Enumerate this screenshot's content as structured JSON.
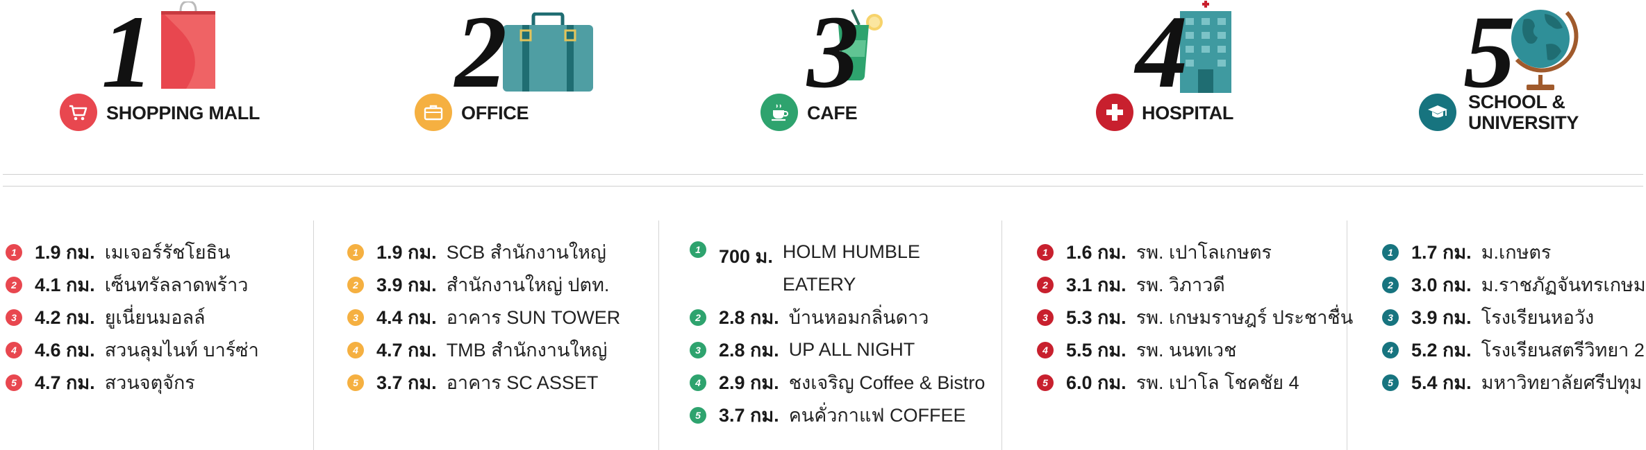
{
  "categories": [
    {
      "number": "1",
      "label": "SHOPPING MALL",
      "color": "#e8474f",
      "icon": "cart-icon"
    },
    {
      "number": "2",
      "label": "OFFICE",
      "color": "#f5b041",
      "icon": "briefcase-icon"
    },
    {
      "number": "3",
      "label": "CAFE",
      "color": "#2ea36e",
      "icon": "coffee-cup-icon"
    },
    {
      "number": "4",
      "label": "HOSPITAL",
      "color": "#c8202e",
      "icon": "medical-cross-icon"
    },
    {
      "number": "5",
      "label_line1": "SCHOOL &",
      "label_line2": "UNIVERSITY",
      "color": "#17747f",
      "icon": "graduation-cap-icon"
    }
  ],
  "lists": [
    {
      "color": "#e8474f",
      "items": [
        {
          "n": "1",
          "dist": "1.9 กม.",
          "place": "เมเจอร์รัชโยธิน"
        },
        {
          "n": "2",
          "dist": "4.1 กม.",
          "place": "เซ็นทรัลลาดพร้าว"
        },
        {
          "n": "3",
          "dist": "4.2 กม.",
          "place": "ยูเนี่ยนมอลล์"
        },
        {
          "n": "4",
          "dist": "4.6 กม.",
          "place": "สวนลุมไนท์ บาร์ซ่า"
        },
        {
          "n": "5",
          "dist": "4.7 กม.",
          "place": "สวนจตุจักร"
        }
      ]
    },
    {
      "color": "#f5b041",
      "items": [
        {
          "n": "1",
          "dist": "1.9 กม.",
          "place": "SCB สำนักงานใหญ่"
        },
        {
          "n": "2",
          "dist": "3.9 กม.",
          "place": "สำนักงานใหญ่ ปตท."
        },
        {
          "n": "3",
          "dist": "4.4 กม.",
          "place": "อาคาร SUN TOWER"
        },
        {
          "n": "4",
          "dist": "4.7 กม.",
          "place": "TMB สำนักงานใหญ่"
        },
        {
          "n": "5",
          "dist": "3.7 กม.",
          "place": "อาคาร SC ASSET"
        }
      ]
    },
    {
      "color": "#2ea36e",
      "items": [
        {
          "n": "1",
          "dist": "700 ม.",
          "place_line1": "HOLM HUMBLE",
          "place_line2": "EATERY"
        },
        {
          "n": "2",
          "dist": "2.8 กม.",
          "place": "บ้านหอมกลิ่นดาว"
        },
        {
          "n": "3",
          "dist": "2.8 กม.",
          "place": "UP ALL NIGHT"
        },
        {
          "n": "4",
          "dist": "2.9 กม.",
          "place": "ชงเจริญ Coffee & Bistro"
        },
        {
          "n": "5",
          "dist": "3.7 กม.",
          "place": "คนคั่วกาแฟ COFFEE"
        }
      ]
    },
    {
      "color": "#c8202e",
      "items": [
        {
          "n": "1",
          "dist": "1.6 กม.",
          "place": "รพ. เปาโลเกษตร"
        },
        {
          "n": "2",
          "dist": "3.1 กม.",
          "place": "รพ. วิภาวดี"
        },
        {
          "n": "3",
          "dist": "5.3 กม.",
          "place": "รพ. เกษมราษฎร์ ประชาชื่น"
        },
        {
          "n": "4",
          "dist": "5.5 กม.",
          "place": "รพ. นนทเวช"
        },
        {
          "n": "5",
          "dist": "6.0 กม.",
          "place": "รพ. เปาโล โชคชัย 4"
        }
      ]
    },
    {
      "color": "#17747f",
      "items": [
        {
          "n": "1",
          "dist": "1.7 กม.",
          "place": "ม.เกษตร"
        },
        {
          "n": "2",
          "dist": "3.0 กม.",
          "place": "ม.ราชภัฏจันทรเกษม"
        },
        {
          "n": "3",
          "dist": "3.9 กม.",
          "place": "โรงเรียนหอวัง"
        },
        {
          "n": "4",
          "dist": "5.2 กม.",
          "place": "โรงเรียนสตรีวิทยา 2"
        },
        {
          "n": "5",
          "dist": "5.4 กม.",
          "place": "มหาวิทยาลัยศรีปทุม"
        }
      ]
    }
  ]
}
